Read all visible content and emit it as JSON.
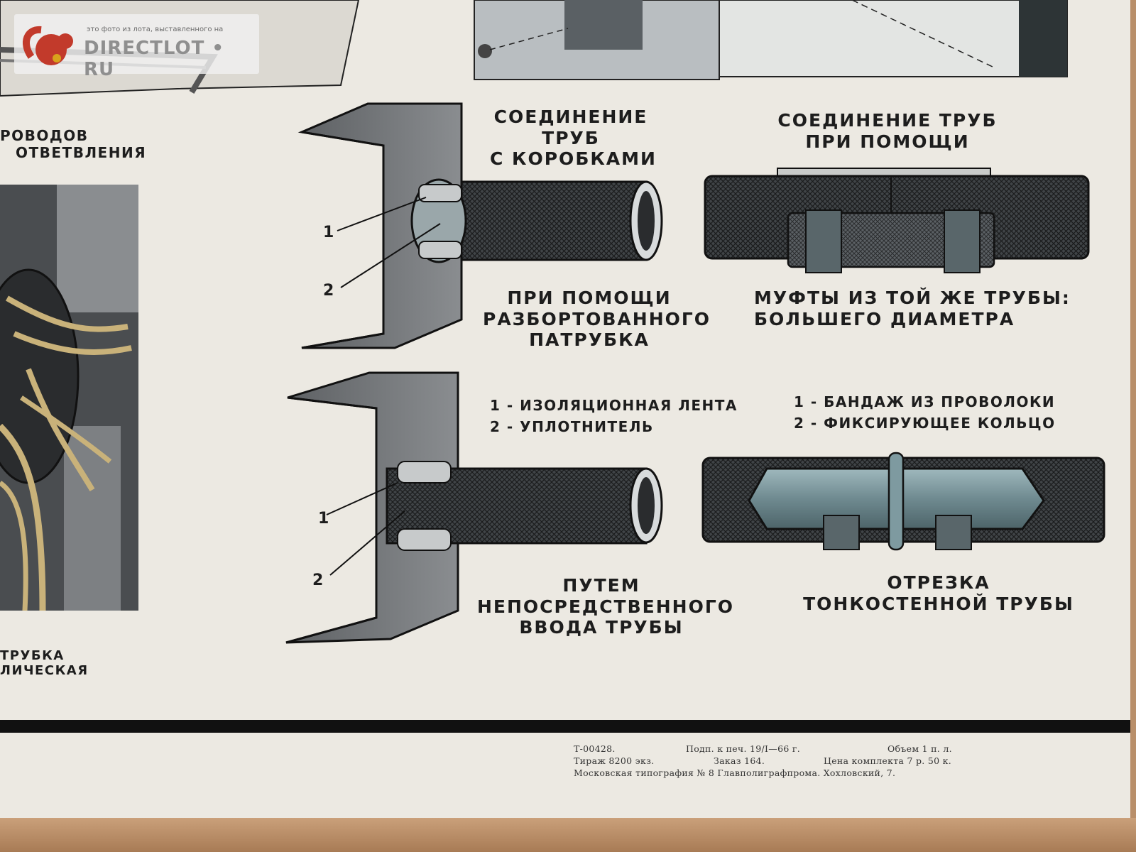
{
  "watermark": {
    "caption": "это фото из лота, выставленного на",
    "brand": "DIRECTLOT • RU"
  },
  "left_column": {
    "heading_line1": "РОВОДОВ",
    "heading_line2": "ОТВЕТВЛЕНИЯ",
    "caption_line1": "ТРУБКА",
    "caption_line2": "ЛИЧЕСКАЯ"
  },
  "box_joints": {
    "heading_line1": "СОЕДИНЕНИЕ",
    "heading_line2": "ТРУБ",
    "heading_line3": "С КОРОБКАМИ",
    "top_caption_line1": "ПРИ ПОМОЩИ",
    "top_caption_line2": "РАЗБОРТОВАННОГО",
    "top_caption_line3": "ПАТРУБКА",
    "bottom_caption_line1": "ПУТЕМ",
    "bottom_caption_line2": "НЕПОСРЕДСТВЕННОГО",
    "bottom_caption_line3": "ВВОДА ТРУБЫ",
    "callout_1": "1",
    "callout_2": "2",
    "legend_1": "1 - ИЗОЛЯЦИОННАЯ ЛЕНТА",
    "legend_2": "2 - УПЛОТНИТЕЛЬ"
  },
  "sleeve_joints": {
    "heading_line1": "СОЕДИНЕНИЕ ТРУБ",
    "heading_line2": "ПРИ ПОМОЩИ",
    "top_caption_line1": "МУФТЫ ИЗ ТОЙ ЖЕ ТРУБЫ:",
    "top_caption_line2": "БОЛЬШЕГО ДИАМЕТРА",
    "legend_1": "1 - БАНДАЖ ИЗ ПРОВОЛОКИ",
    "legend_2": "2 - ФИКСИРУЮЩЕЕ КОЛЬЦО",
    "bottom_caption_line1": "ОТРЕЗКА",
    "bottom_caption_line2": "ТОНКОСТЕННОЙ ТРУБЫ"
  },
  "imprint": {
    "code": "Т-00428.",
    "signed": "Подп. к печ. 19/I—66 г.",
    "volume": "Объем 1 п. л.",
    "run": "Тираж 8200 экз.",
    "order": "Заказ 164.",
    "price": "Цена комплекта 7 р. 50 к.",
    "printer": "Московская типография № 8 Главполиграфпрома. Хохловский, 7."
  },
  "colors": {
    "paper": "#ece9e2",
    "ink": "#1d1d1d",
    "pipe": "#3a3d3f",
    "box": "#6f7275",
    "sleeve": "#7e9aa0",
    "wire": "#c9b27a"
  }
}
